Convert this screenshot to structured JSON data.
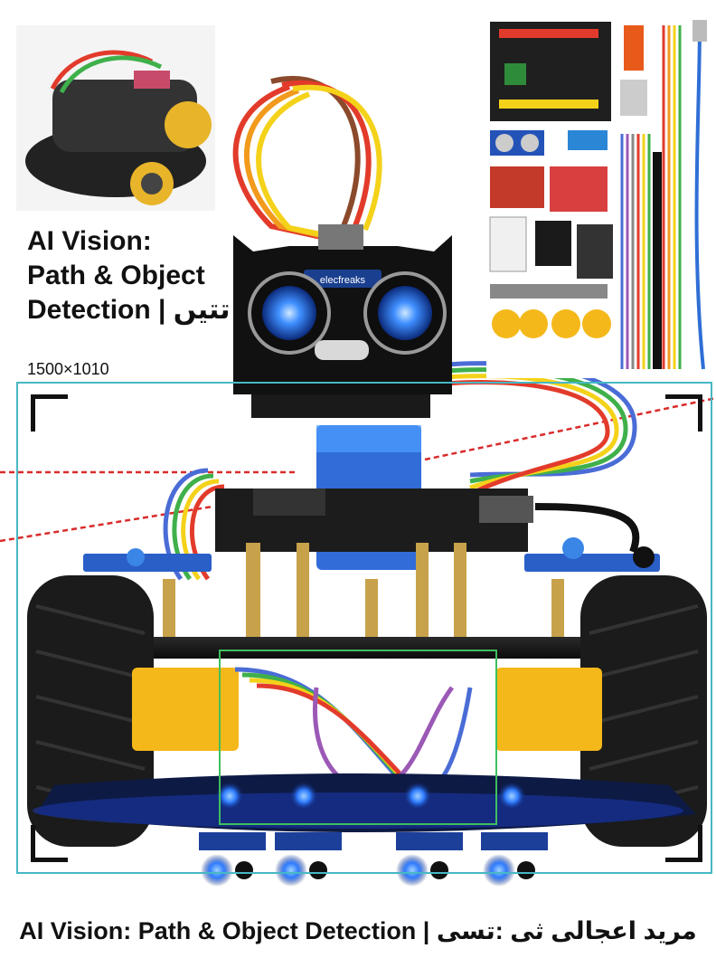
{
  "labels": {
    "side_title_line1": "AI Vision:",
    "side_title_line2": "Path & Object",
    "side_title_line3": "Detection | تتيں",
    "dimensions": "1500×1010",
    "bottom_caption": "AI Vision: Path & Object Detection | مرید اعجالی ثی :تسی",
    "sensor_brand": "elecfreaks"
  },
  "colors": {
    "frame": "#46b8c4",
    "detection_box": "#3fbf5f",
    "laser": "#d92b2b",
    "led_blue": "#2f7cff",
    "motor_yellow": "#f4b81a",
    "wheel": "#1b1b1b"
  }
}
